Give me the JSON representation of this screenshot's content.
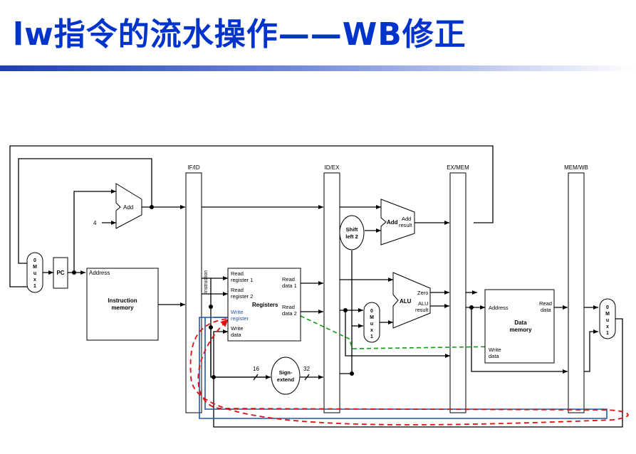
{
  "title": {
    "text": "lw指令的流水操作——WB修正"
  },
  "labels": {
    "if_id": "IF/ID",
    "id_ex": "ID/EX",
    "ex_mem": "EX/MEM",
    "mem_wb": "MEM/WB",
    "add1": "Add",
    "four": "4",
    "pc": "PC",
    "mux_a": [
      "0",
      "M",
      "u",
      "x",
      "1"
    ],
    "mux_b": [
      "0",
      "M",
      "u",
      "x",
      "1"
    ],
    "mux_c": [
      "0",
      "M",
      "u",
      "x",
      "1"
    ],
    "address": "Address",
    "im_title": [
      "Instruction",
      "memory"
    ],
    "instruction": "Instruction",
    "read_reg1": [
      "Read",
      "register 1"
    ],
    "read_reg2": [
      "Read",
      "register 2"
    ],
    "registers": "Registers",
    "write_reg": [
      "Write",
      "register"
    ],
    "write_data": [
      "Write",
      "data"
    ],
    "read_data1": [
      "Read",
      "data 1"
    ],
    "read_data2": [
      "Read",
      "data 2"
    ],
    "shift": [
      "Shift",
      "left 2"
    ],
    "add2": "Add",
    "add_result": [
      "Add",
      "result"
    ],
    "alu": "ALU",
    "zero": "Zero",
    "alu_result": [
      "ALU",
      "result"
    ],
    "dm_address": "Address",
    "dm_read": [
      "Read",
      "data"
    ],
    "dm_title": [
      "Data",
      "memory"
    ],
    "dm_write": [
      "Write",
      "data"
    ],
    "sign_extend": [
      "Sign-",
      "extend"
    ],
    "bits16": "16",
    "bits32": "32"
  },
  "colors": {
    "title": "#0033cc",
    "highlight_blue": "#2255aa",
    "red_dashed": "#dd1111",
    "green_dashed": "#119911"
  }
}
